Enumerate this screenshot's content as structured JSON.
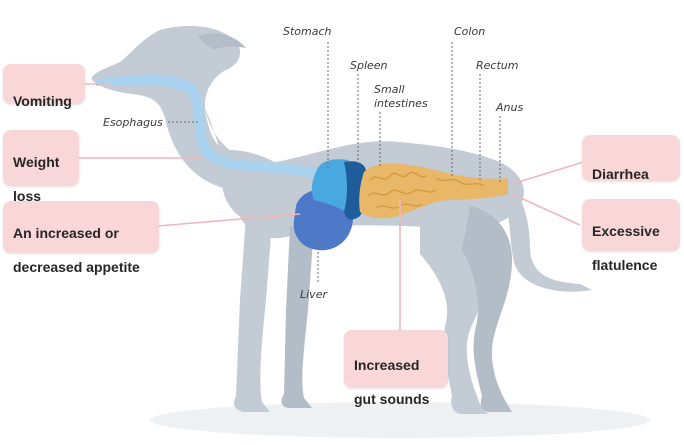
{
  "organs": {
    "stomach": "Stomach",
    "spleen": "Spleen",
    "small_intestines_1": "Small",
    "small_intestines_2": "intestines",
    "colon": "Colon",
    "rectum": "Rectum",
    "anus": "Anus",
    "esophagus": "Esophagus",
    "liver": "Liver"
  },
  "symptoms": {
    "vomiting": "Vomiting",
    "weight_loss_1": "Weight",
    "weight_loss_2": "loss",
    "appetite_1": "An increased or",
    "appetite_2": "decreased appetite",
    "diarrhea": "Diarrhea",
    "flatulence_1": "Excessive",
    "flatulence_2": "flatulence",
    "gut_sounds_1": "Increased",
    "gut_sounds_2": "gut sounds"
  },
  "colors": {
    "dog_body": "#c3cbd4",
    "esophagus": "#a9d3ee",
    "stomach": "#4aa8e0",
    "spleen": "#1f5c9c",
    "liver": "#4e78c8",
    "intestines": "#e9b768",
    "symptom_box": "#f9d7d9",
    "leader_line": "#f2b7ba"
  }
}
